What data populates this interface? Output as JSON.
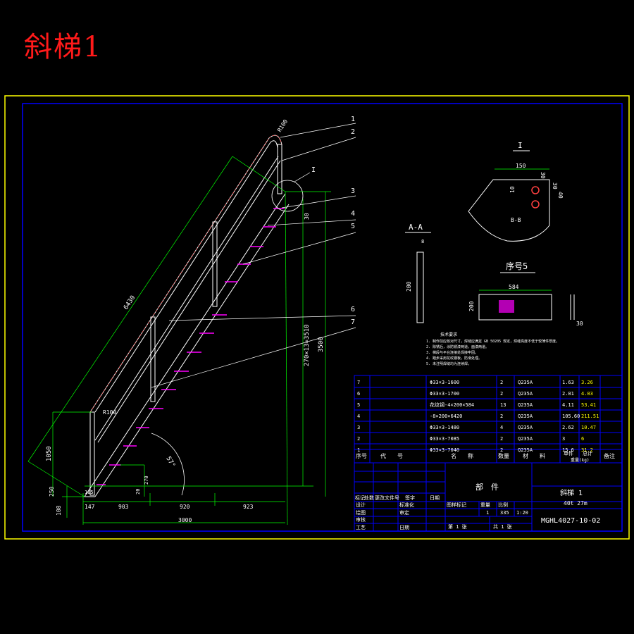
{
  "page_title": "斜梯1",
  "colors": {
    "background": "#000000",
    "frame_outer": "#ffff00",
    "frame_inner": "#0000ff",
    "part_lines": "#ffffff",
    "dimension_lines": "#00ff00",
    "center_lines": "#ff0000",
    "steps": "#ff00ff",
    "table_lines": "#0000ff",
    "title_text": "#ff1a1a"
  },
  "section_labels": {
    "detail_I": "I",
    "section_AA": "A-A",
    "seq5": "序号5",
    "detail_callout": "I"
  },
  "part_callouts": [
    "1",
    "2",
    "3",
    "4",
    "5",
    "6",
    "7"
  ],
  "dimensions": {
    "stair_length": "6430",
    "rail_radius": "R100",
    "top_30": "30",
    "height_total": "3500",
    "step_spacing": "270×13=3510",
    "left_height": "1050",
    "bottom_250": "250",
    "bottom_108": "108",
    "bottom_147": "147",
    "span1": "903",
    "span2": "920",
    "span3": "923",
    "overall": "3000",
    "span_185": "185",
    "small_20": "20",
    "small_270": "270",
    "angle": "57°",
    "r100b": "R100",
    "detail_I_width": "150",
    "detail_I_30a": "30",
    "detail_I_10": "10",
    "detail_I_40": "40",
    "detail_I_30b": "30",
    "aa_8": "8",
    "aa_200": "200",
    "seq5_width": "584",
    "seq5_height": "200",
    "seq5_30": "30"
  },
  "notes": [
    "技术要求",
    "1. 制作前应核对尺寸，焊缝应满足 GB 50205 规定，焊缝高度不低于较薄件厚度。",
    "2. 除锈后，涂防锈漆两道，面漆两道。",
    "3. 梯段与平台连接处焊接牢固。",
    "4. 踏步采用花纹钢板，防滑处理。",
    "5. 未注明焊缝均为连续焊。"
  ],
  "parts_table": {
    "rows": [
      {
        "no": "7",
        "code": "",
        "name": "Φ33×3-1600",
        "qty": "2",
        "material": "Q235A",
        "unit": "1.63",
        "total": "3.26"
      },
      {
        "no": "6",
        "code": "",
        "name": "Φ33×3-1700",
        "qty": "2",
        "material": "Q235A",
        "unit": "2.01",
        "total": "4.03"
      },
      {
        "no": "5",
        "code": "",
        "name": "花纹钢-4×200×584",
        "qty": "13",
        "material": "Q235A",
        "unit": "4.11",
        "total": "53.41"
      },
      {
        "no": "4",
        "code": "",
        "name": "-8×200×6420",
        "qty": "2",
        "material": "Q235A",
        "unit": "105.60",
        "total": "211.51"
      },
      {
        "no": "3",
        "code": "",
        "name": "Φ33×3-1480",
        "qty": "4",
        "material": "Q235A",
        "unit": "2.62",
        "total": "10.47"
      },
      {
        "no": "2",
        "code": "",
        "name": "Φ33×3-7085",
        "qty": "2",
        "material": "Q235A",
        "unit": "3",
        "total": "6"
      },
      {
        "no": "1",
        "code": "",
        "name": "Φ33×3-7040",
        "qty": "2",
        "material": "Q235A",
        "unit": "15.6",
        "total": "31.2"
      }
    ],
    "header": {
      "no": "序号",
      "code": "代　　号",
      "name": "名　　称",
      "qty": "数量",
      "material": "材　　料",
      "unit_mass": "单件",
      "total_mass": "总计",
      "mass": "重量(kg)",
      "remark": "备注"
    }
  },
  "title_block": {
    "part_label": "部　件",
    "drawing_name": "斜梯 1",
    "drawing_spec": "40t 27m",
    "drawing_no": "MGHL4027-10-02",
    "mark": "标记",
    "count": "处数",
    "change_doc": "更改文件号",
    "signature": "签字",
    "date": "日期",
    "design": "设计",
    "draw": "绘图",
    "check": "审核",
    "process": "工艺",
    "std_check": "标准化",
    "approve": "审定",
    "date2": "日期",
    "stage": "图样标记",
    "weight": "重量",
    "scale": "比例",
    "weight_val": "335",
    "scale_val": "1:20",
    "stage_val": "1",
    "sheet": "第 1 张",
    "sheets": "共 1 张"
  }
}
